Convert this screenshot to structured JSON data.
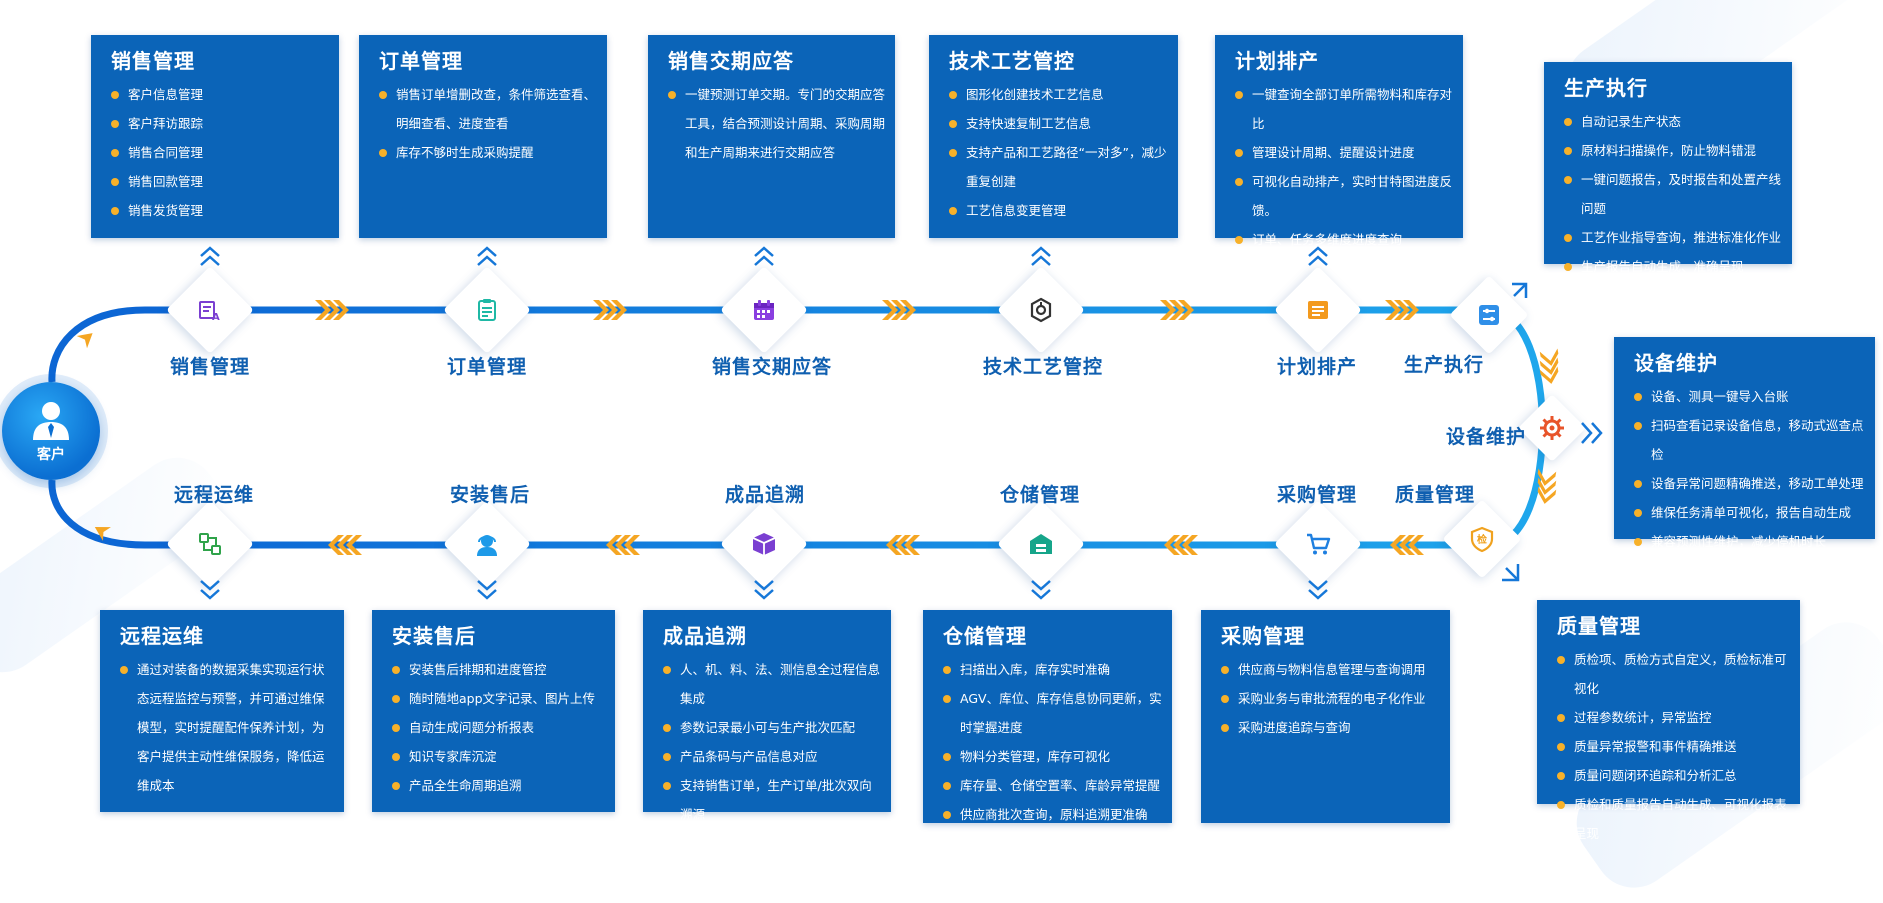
{
  "customer": {
    "label": "客户",
    "icon": "user-tie-icon"
  },
  "top_boxes": [
    {
      "title": "销售管理",
      "items": [
        "客户信息管理",
        "客户拜访跟踪",
        "销售合同管理",
        "销售回款管理",
        "销售发货管理"
      ]
    },
    {
      "title": "订单管理",
      "items": [
        "销售订单增删改查，条件筛选查看、明细查看、进度查看",
        "库存不够时生成采购提醒"
      ]
    },
    {
      "title": "销售交期应答",
      "items": [
        "一键预测订单交期。专门的交期应答工具，结合预测设计周期、采购周期和生产周期来进行交期应答"
      ]
    },
    {
      "title": "技术工艺管控",
      "items": [
        "图形化创建技术工艺信息",
        "支持快速复制工艺信息",
        "支持产品和工艺路径“一对多”，减少重复创建",
        "工艺信息变更管理"
      ]
    },
    {
      "title": "计划排产",
      "items": [
        "一键查询全部订单所需物料和库存对比",
        "管理设计周期、提醒设计进度",
        "可视化自动排产，实时甘特图进度反馈。",
        "订单、任务多维度进度查询"
      ]
    }
  ],
  "right_boxes": [
    {
      "title": "生产执行",
      "items": [
        "自动记录生产状态",
        "原材料扫描操作，防止物料错混",
        "一键问题报告，及时报告和处置产线问题",
        "工艺作业指导查询，推进标准化作业",
        "生产报告自动生成、准确呈现"
      ]
    },
    {
      "title": "设备维护",
      "items": [
        "设备、测具一键导入台账",
        "扫码查看记录设备信息，移动式巡查点检",
        "设备异常问题精确推送，移动工单处理",
        "维保任务清单可视化，报告自动生成",
        "兼容预测性维护，减少停机时长"
      ]
    },
    {
      "title": "质量管理",
      "items": [
        "质检项、质检方式自定义，质检标准可视化",
        "过程参数统计，异常监控",
        "质量异常报警和事件精确推送",
        "质量问题闭环追踪和分析汇总",
        "质检和质量报告自动生成、可视化报表呈现"
      ]
    }
  ],
  "bottom_boxes": [
    {
      "title": "远程运维",
      "items": [
        "通过对装备的数据采集实现运行状态远程监控与预警，并可通过维保模型，实时提醒配件保养计划，为客户提供主动性维保服务，降低运维成本"
      ]
    },
    {
      "title": "安装售后",
      "items": [
        "安装售后排期和进度管控",
        "随时随地app文字记录、图片上传",
        "自动生成问题分析报表",
        "知识专家库沉淀",
        "产品全生命周期追溯"
      ]
    },
    {
      "title": "成品追溯",
      "items": [
        "人、机、料、法、测信息全过程信息集成",
        "参数记录最小可与生产批次匹配",
        "产品条码与产品信息对应",
        "支持销售订单，生产订单/批次双向溯源"
      ]
    },
    {
      "title": "仓储管理",
      "items": [
        "扫描出入库，库存实时准确",
        "AGV、库位、库存信息协同更新，实时掌握进度",
        "物料分类管理，库存可视化",
        "库存量、仓储空置率、库龄异常提醒",
        "供应商批次查询，原料追溯更准确"
      ]
    },
    {
      "title": "采购管理",
      "items": [
        "供应商与物料信息管理与查询调用",
        "采购业务与审批流程的电子化作业",
        "采购进度追踪与查询"
      ]
    }
  ],
  "flow_top": [
    {
      "label": "销售管理",
      "icon": "sales-form-icon",
      "color": "#7a3fd1"
    },
    {
      "label": "订单管理",
      "icon": "clipboard-icon",
      "color": "#1fb8a5"
    },
    {
      "label": "销售交期应答",
      "icon": "calendar-icon",
      "color": "#8a3fe0"
    },
    {
      "label": "技术工艺管控",
      "icon": "process-gear-icon",
      "color": "#333333"
    },
    {
      "label": "计划排产",
      "icon": "schedule-list-icon",
      "color": "#f39a1e"
    },
    {
      "label": "生产执行",
      "icon": "control-panel-icon",
      "color": "#2f8fe8"
    }
  ],
  "flow_right": {
    "label": "设备维护",
    "icon": "gear-icon",
    "color": "#e8542a"
  },
  "flow_bottom": [
    {
      "label": "远程运维",
      "icon": "remote-ops-icon",
      "color": "#2fa34a"
    },
    {
      "label": "安装售后",
      "icon": "support-agent-icon",
      "color": "#1e9ae8"
    },
    {
      "label": "成品追溯",
      "icon": "package-box-icon",
      "color": "#7a3fd1"
    },
    {
      "label": "仓储管理",
      "icon": "warehouse-icon",
      "color": "#16a58a"
    },
    {
      "label": "采购管理",
      "icon": "shopping-cart-icon",
      "color": "#1e7fe0"
    },
    {
      "label": "质量管理",
      "icon": "quality-shield-icon",
      "color": "#f0a21f"
    }
  ],
  "colors": {
    "box": "#0b64b8",
    "line": "#1577d8",
    "arrow": "#f5a623",
    "label": "#0f5fb0"
  }
}
